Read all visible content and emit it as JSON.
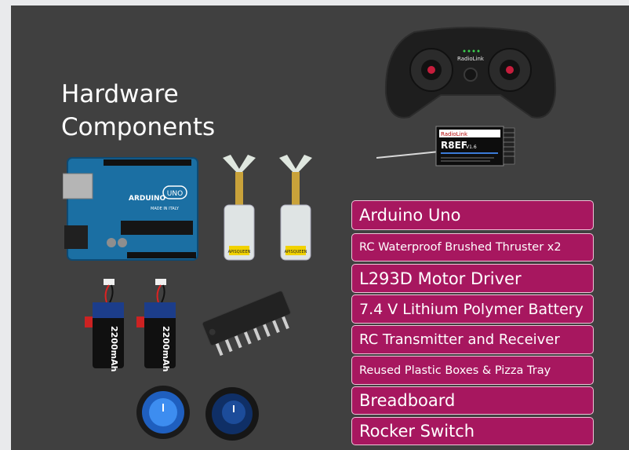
{
  "slide": {
    "title_lines": [
      "Hardware",
      "Components"
    ],
    "components": [
      "Arduino Uno",
      "RC Waterproof Brushed Thruster x2",
      "L293D Motor Driver",
      "7.4 V Lithium Polymer Battery",
      "RC Transmitter and Receiver",
      "Reused Plastic Boxes & Pizza Tray",
      "Breadboard",
      "Rocker Switch"
    ]
  },
  "photos": {
    "arduino": {
      "brand": "ARDUINO",
      "model": "UNO",
      "origin": "MADE IN ITALY"
    },
    "transmitter": {
      "brand": "RadioLink"
    },
    "receiver": {
      "brand": "RadioLink",
      "model": "R8EF",
      "version": "V1.6"
    },
    "battery": {
      "capacity": "2200mAh"
    },
    "thruster": {
      "brand": "APISQUEEN"
    }
  },
  "colors": {
    "slide_background": "#404040",
    "label_fill": "#a7175f",
    "label_border": "#f0c2d8",
    "title_text": "#ffffff"
  }
}
